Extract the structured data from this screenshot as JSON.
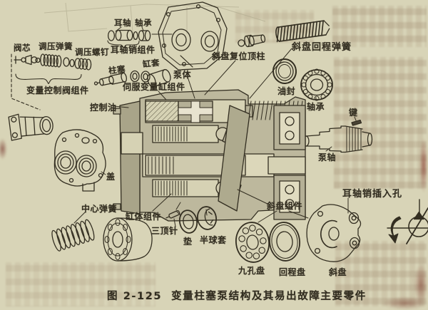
{
  "figure": {
    "number": "图 2-125",
    "title": "变量柱塞泵结构及其易出故障主要零件"
  },
  "part_labels": {
    "valve_core": "阀芯",
    "pressure_spring": "调压弹簧",
    "pressure_screw": "调压螺钉",
    "control_valve_assembly": "变量控制阀组件",
    "trunnion": "耳轴",
    "bearing_top": "轴承",
    "trunnion_pin_assembly": "耳轴销组件",
    "piston": "柱塞",
    "cylinder_sleeve": "缸套",
    "pump_body": "泵体",
    "reset_rod": "斜盘复位顶柱",
    "return_spring": "斜盘回程弹簧",
    "servo_cylinder_assembly": "伺服变量缸组件",
    "control_oil": "控制油",
    "oil_seal": "油封",
    "bearing_right": "轴承",
    "key": "键",
    "pump_shaft": "泵轴",
    "cover": "盖",
    "center_spring": "中心弹簧",
    "cylinder_block_assembly": "缸体组件",
    "three_pins": "三顶针",
    "washer": "垫",
    "hemisphere_sleeve": "半球套",
    "swashplate_assembly": "斜盘组件",
    "trunnion_pin_hole": "耳轴销插入孔",
    "nine_hole_plate": "九孔盘",
    "return_plate": "回程盘",
    "swashplate": "斜盘"
  },
  "colors": {
    "paper": "#d8d4b7",
    "paper_dark": "#b3ae8f",
    "ink": "#332e21",
    "section_gray": "#bdb89d",
    "section_dark": "#a9a489",
    "bleed_red": "#8d4b3c"
  }
}
